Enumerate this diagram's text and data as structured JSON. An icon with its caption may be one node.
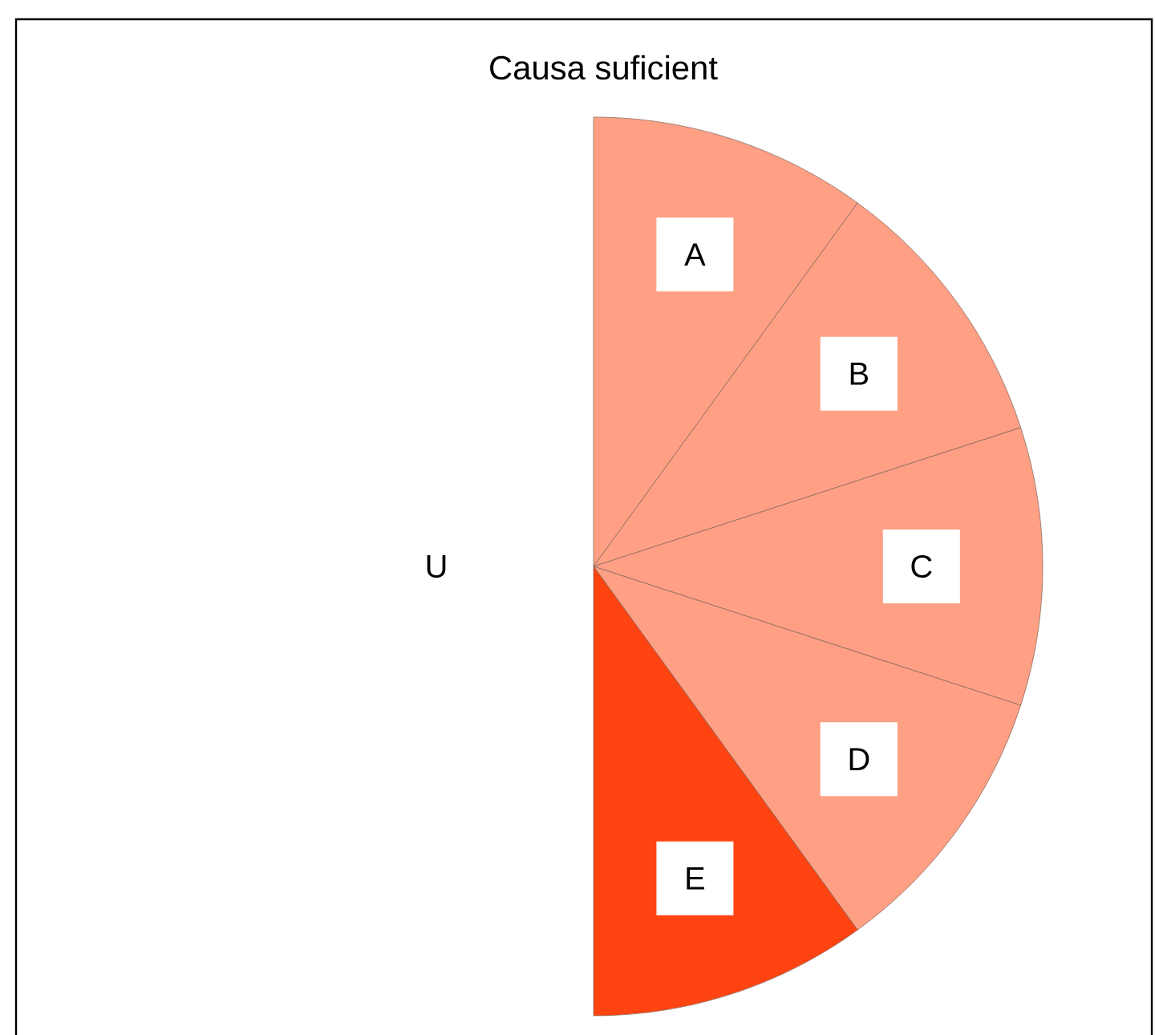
{
  "diagram": {
    "title": "Causa suficient",
    "nodes": [
      {
        "text": [
          "A"
        ]
      },
      {
        "text": [
          "B"
        ]
      },
      {
        "text": [
          "C"
        ]
      },
      {
        "text": [
          "D"
        ]
      },
      {
        "text": [
          "E"
        ]
      }
    ],
    "labels": [
      "U"
    ]
  }
}
